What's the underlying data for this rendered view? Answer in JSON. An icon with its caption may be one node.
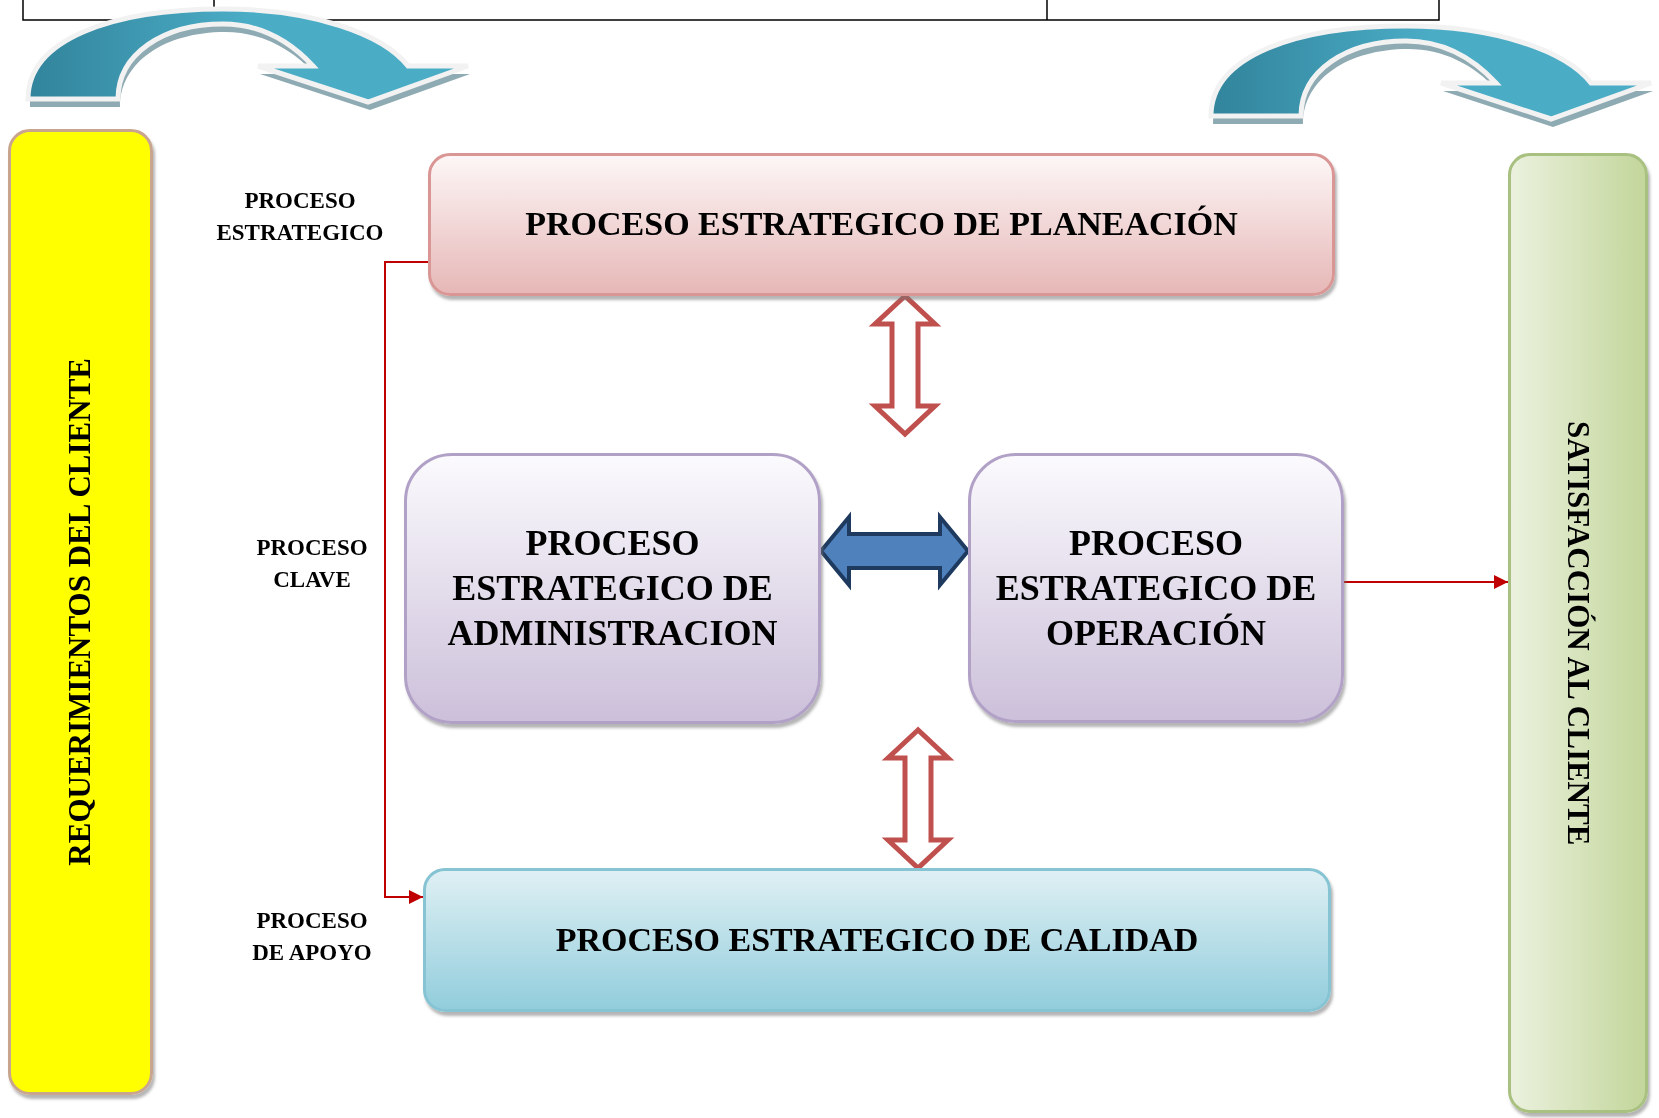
{
  "diagram": {
    "nodes": [
      {
        "text": [
          "REQUERIMIENTOS  DEL CLIENTE"
        ]
      },
      {
        "text": [
          "PROCESO ESTRATEGICO DE PLANEACIÓN"
        ]
      },
      {
        "text": [
          "PROCESO ESTRATEGICO DE ADMINISTRACION"
        ]
      },
      {
        "text": [
          "PROCESO ESTRATEGICO DE OPERACIÓN"
        ]
      },
      {
        "text": [
          "PROCESO ESTRATEGICO DE CALIDAD"
        ]
      },
      {
        "text": [
          "SATISFACCIÓN AL CLIENTE"
        ]
      }
    ],
    "edges": [
      {
        "from": 1,
        "to": 4,
        "arrow": "to"
      },
      {
        "from": 1,
        "to": null,
        "arrow": "both",
        "style": "thick"
      },
      {
        "from": 2,
        "to": 3,
        "arrow": "both",
        "style": "thick",
        "color": "#4f81bd"
      },
      {
        "from": null,
        "to": 4,
        "arrow": "both",
        "style": "thick"
      },
      {
        "from": 3,
        "to": 5,
        "arrow": "to"
      }
    ],
    "labels": [
      "PROCESO ESTRATEGICO",
      "PROCESO CLAVE",
      "PROCESO DE APOYO"
    ]
  }
}
